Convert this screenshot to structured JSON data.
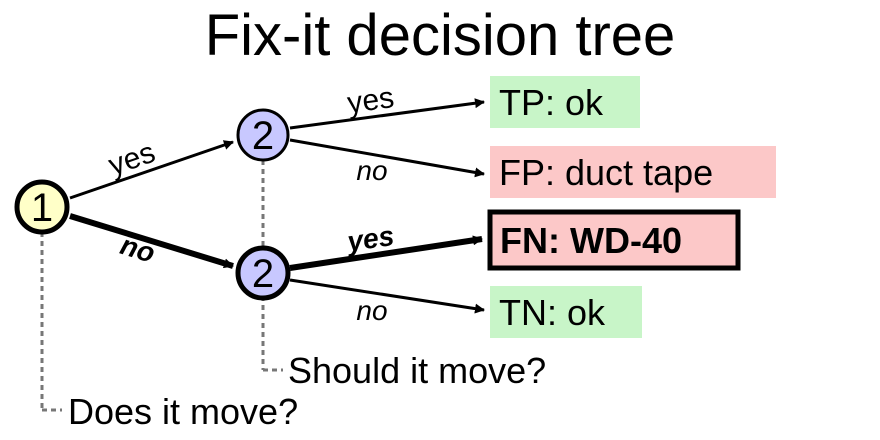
{
  "title": "Fix-it decision tree",
  "nodes": {
    "root": {
      "label": "1",
      "fill": "#ffffc8"
    },
    "upper": {
      "label": "2",
      "fill": "#c8c8ff"
    },
    "lower": {
      "label": "2",
      "fill": "#c8c8ff"
    }
  },
  "edges": {
    "root_yes": "yes",
    "root_no": "no",
    "upper_yes": "yes",
    "upper_no": "no",
    "lower_yes": "yes",
    "lower_no": "no"
  },
  "leaves": {
    "tp": {
      "text": "TP: ok",
      "fill": "#c8f5c8"
    },
    "fp": {
      "text": "FP: duct tape",
      "fill": "#fcc8c8"
    },
    "fn": {
      "text": "FN: WD-40",
      "fill": "#fcc8c8"
    },
    "tn": {
      "text": "TN: ok",
      "fill": "#c8f5c8"
    }
  },
  "questions": {
    "q1": "Does it move?",
    "q2": "Should it move?"
  }
}
